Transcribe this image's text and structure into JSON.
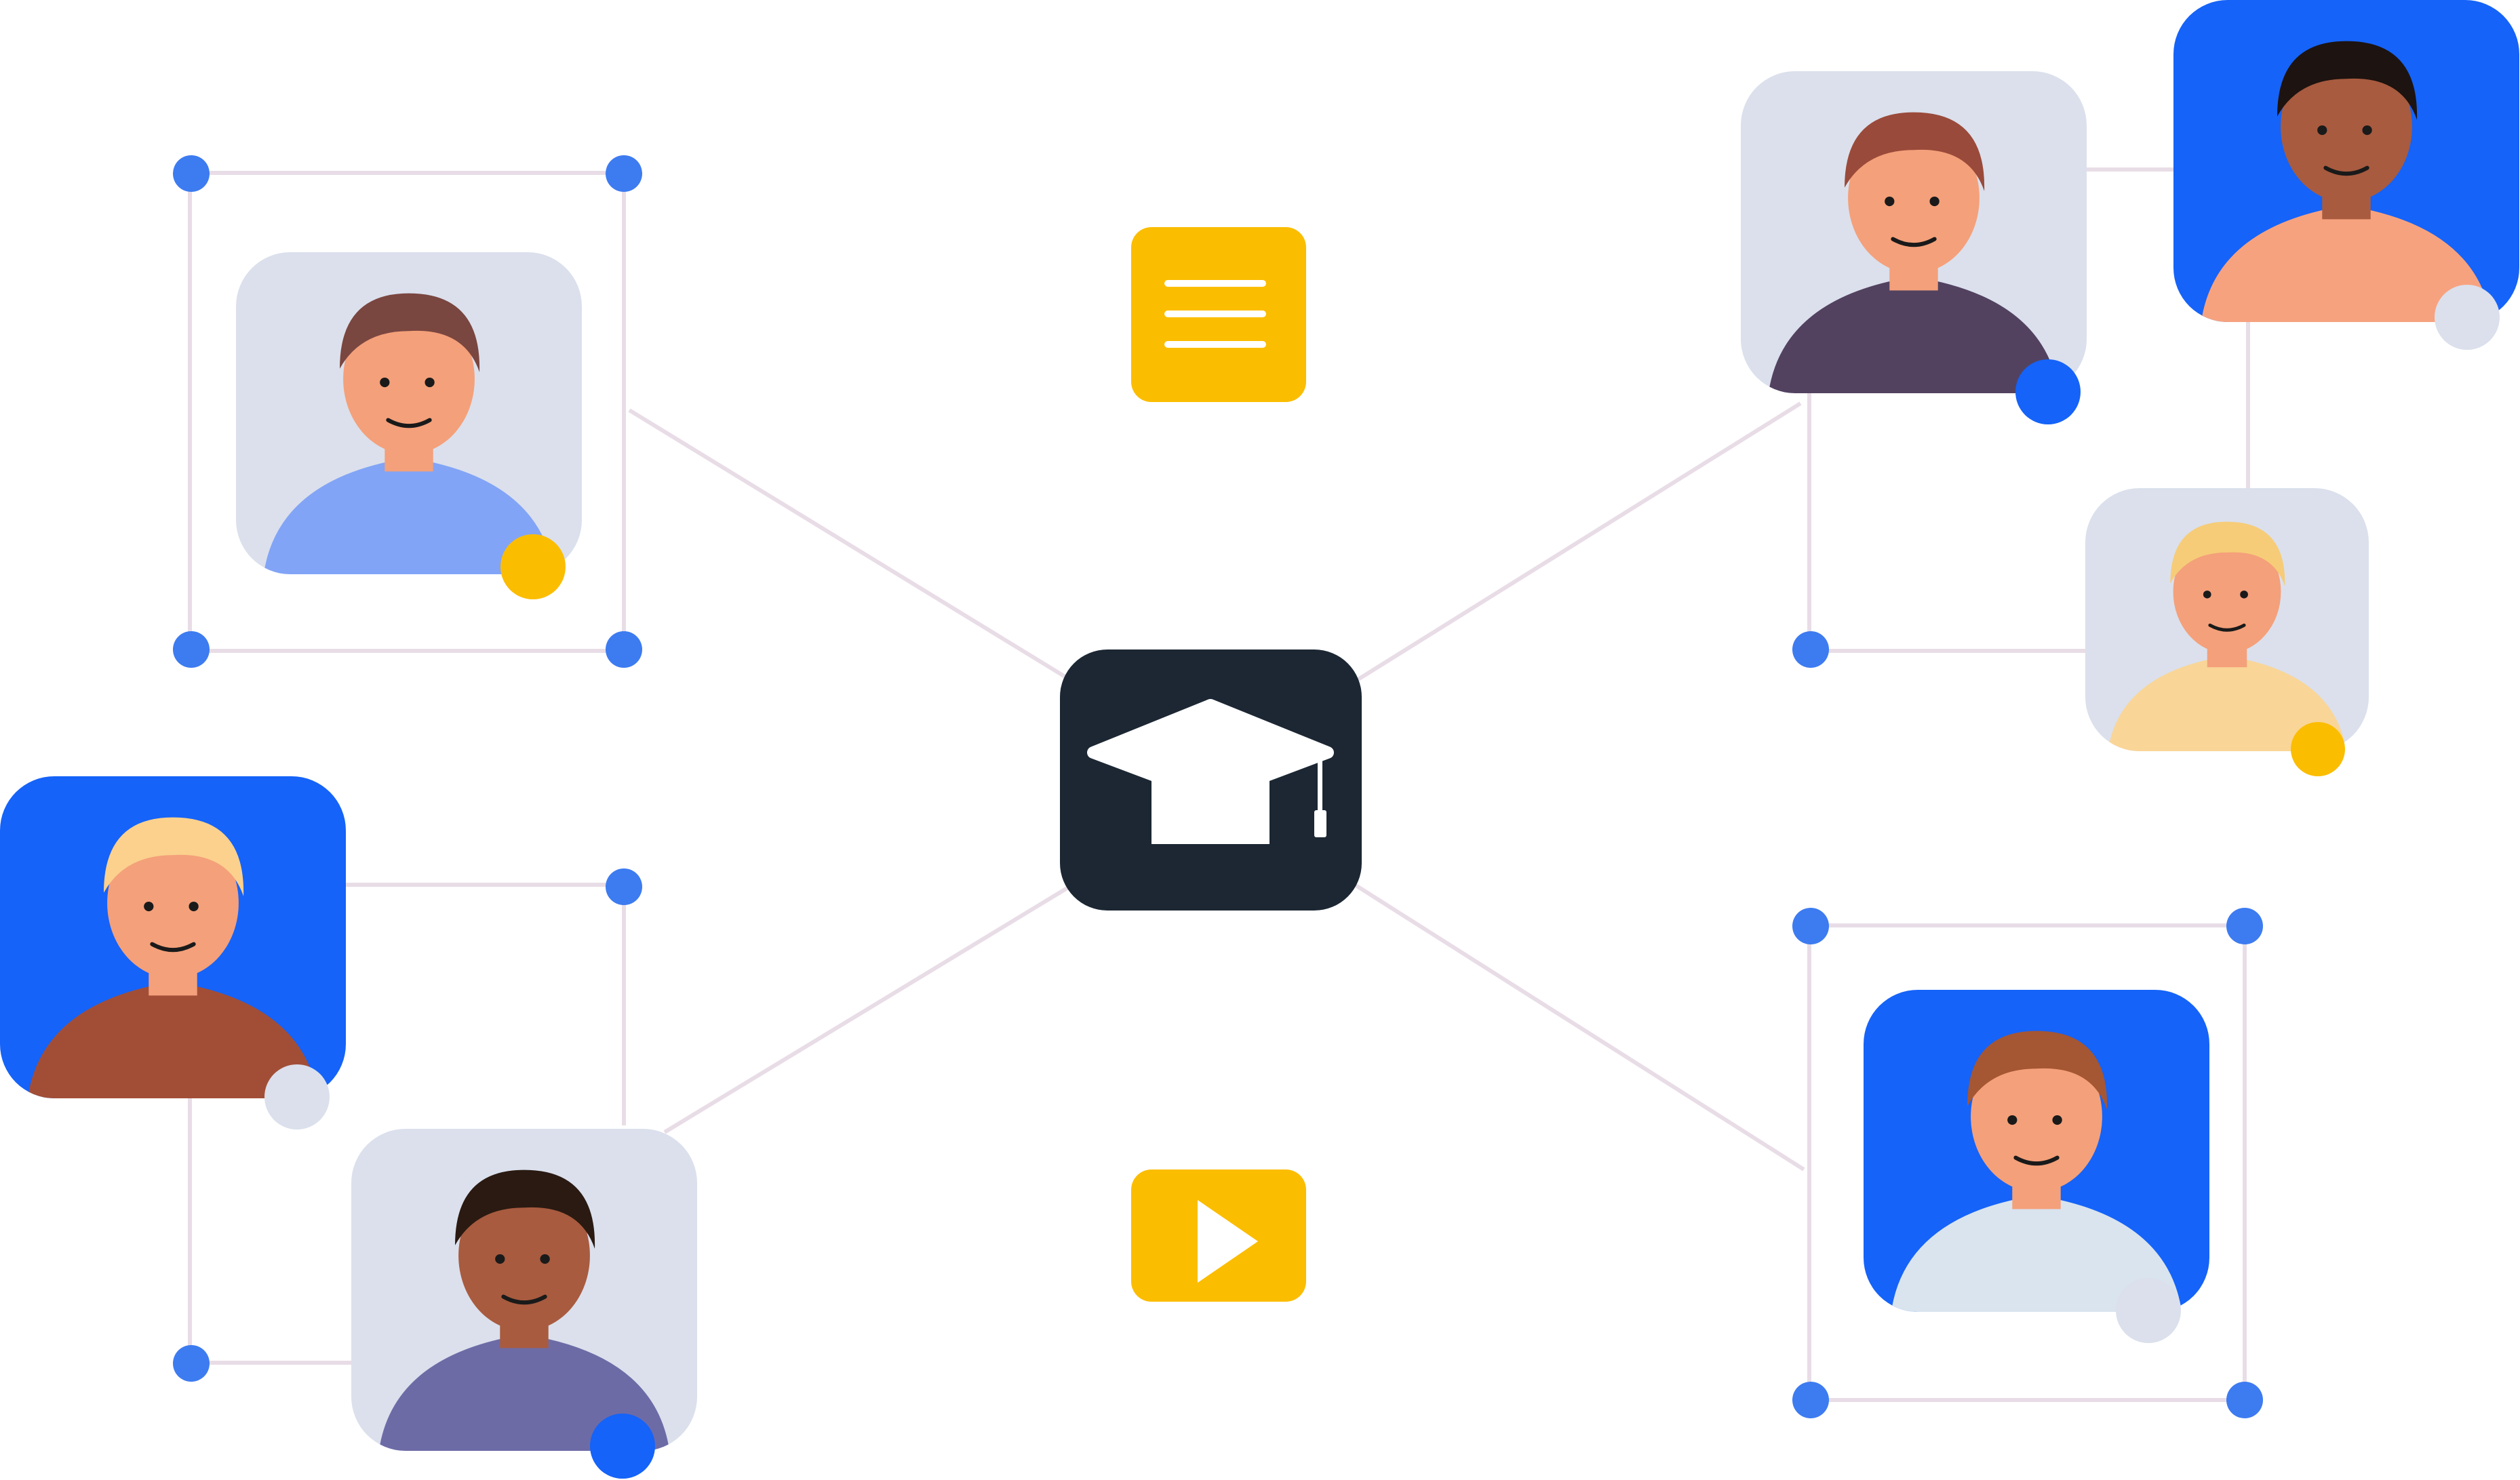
{
  "colors": {
    "line": "#e8dde6",
    "node_blue": "#3d7bf0",
    "badge_blue": "#1563f8",
    "badge_yellow": "#fbbd00",
    "badge_gray": "#dbe0ec",
    "card_gray": "#dbe0ec",
    "card_blue": "#1563f8",
    "hub_bg": "#1c2733",
    "resource_yellow": "#fbbd00"
  },
  "hub": {
    "icon": "graduation-cap-icon"
  },
  "resources": [
    {
      "icon": "document-lines-icon"
    },
    {
      "icon": "play-video-icon"
    }
  ],
  "people": [
    {
      "id": "boy-blue-hoodie",
      "card_color": "gray",
      "badge": "yellow",
      "hair": "#7a4640",
      "skin": "#f4a07a",
      "shirt": "#82a4f6"
    },
    {
      "id": "woman-headband-scarf",
      "card_color": "gray",
      "badge": "blue",
      "hair": "#9a4a3a",
      "skin": "#f4a07a",
      "shirt": "#524260"
    },
    {
      "id": "man-curly-black-hair",
      "card_color": "blue",
      "badge": "gray",
      "hair": "#1d1310",
      "skin": "#a85b3f",
      "shirt": "#f7a27f"
    },
    {
      "id": "boy-blond-curly",
      "card_color": "gray",
      "badge": "yellow",
      "hair": "#f6cc78",
      "skin": "#f4a07a",
      "shirt": "#f9d597"
    },
    {
      "id": "woman-blond-long-hair",
      "card_color": "blue",
      "badge": "gray",
      "hair": "#fbd18d",
      "skin": "#f4a07a",
      "shirt": "#a24e37"
    },
    {
      "id": "woman-dark-curly-hair",
      "card_color": "gray",
      "badge": "blue",
      "hair": "#2a1a12",
      "skin": "#a85b3f",
      "shirt": "#6d6ba6"
    },
    {
      "id": "man-light-blue-shirt",
      "card_color": "blue",
      "badge": "gray",
      "hair": "#a55633",
      "skin": "#f4a07a",
      "shirt": "#d9e4ef"
    }
  ]
}
